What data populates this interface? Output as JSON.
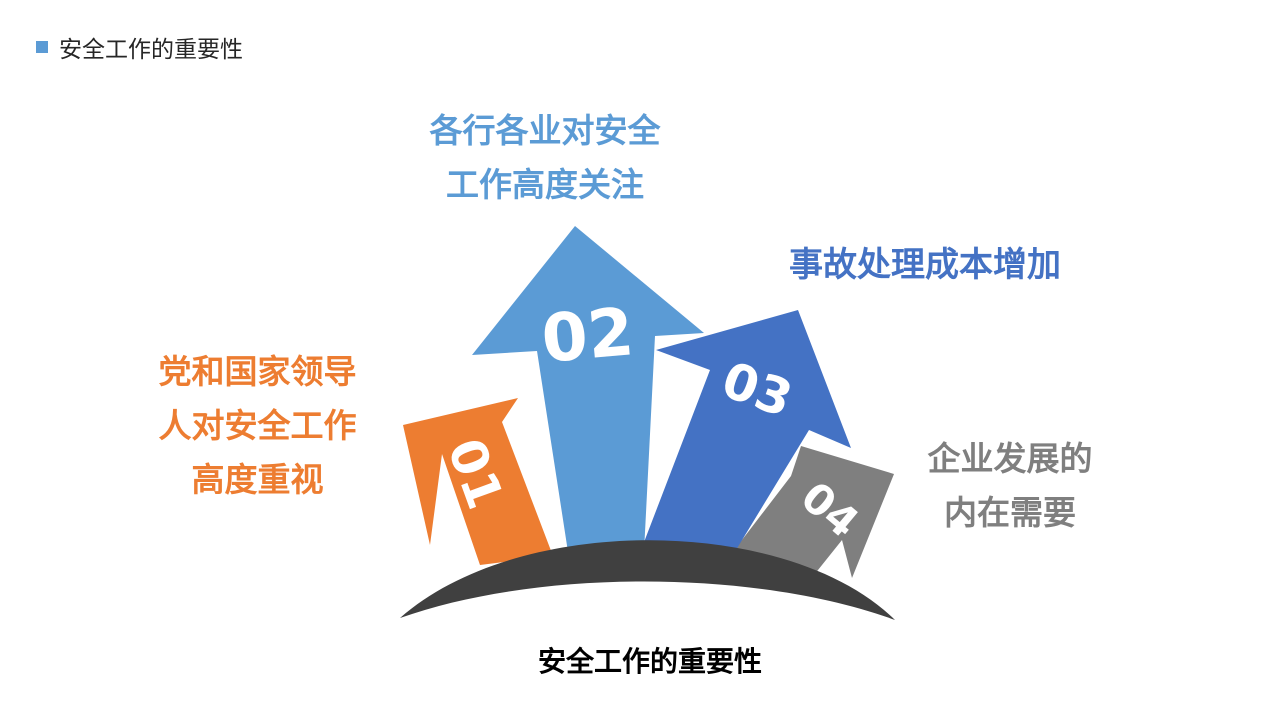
{
  "header": {
    "title": "安全工作的重要性"
  },
  "arrows": [
    {
      "number": "01",
      "color": "#ed7d31",
      "label_lines": [
        "党和国家领导",
        "人对安全工作",
        "高度重视"
      ]
    },
    {
      "number": "02",
      "color": "#5b9bd5",
      "label_lines": [
        "各行各业对安全",
        "工作高度关注"
      ]
    },
    {
      "number": "03",
      "color": "#4472c4",
      "label_lines": [
        "事故处理成本增加"
      ]
    },
    {
      "number": "04",
      "color": "#7f7f7f",
      "label_lines": [
        "企业发展的",
        "内在需要"
      ]
    }
  ],
  "base": {
    "color": "#404040",
    "label": "安全工作的重要性"
  }
}
